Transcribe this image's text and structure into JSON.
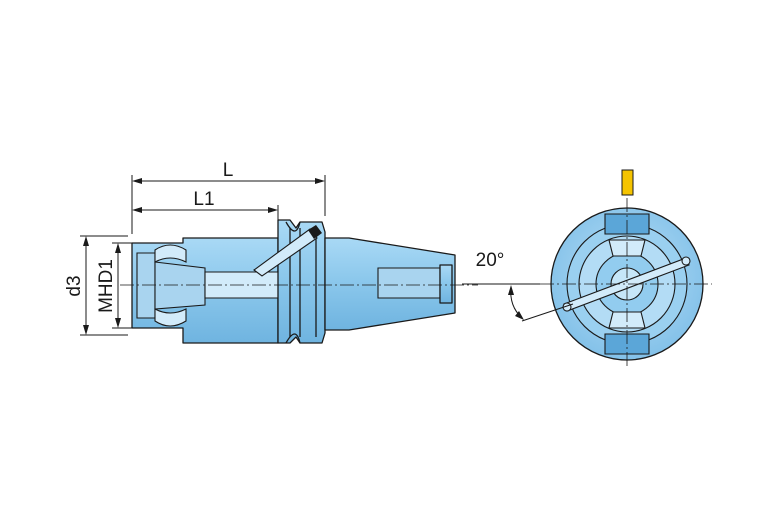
{
  "dimensions": {
    "overall_length": "L",
    "gauge_length": "L1",
    "outer_diameter": "d3",
    "bore_diameter": "MHD1",
    "angle": "20°"
  },
  "colors": {
    "body": "#8cc8ec",
    "body_light": "#bfe2f7",
    "body_dark": "#6ab2e0",
    "orientation_mark": "#f5c400",
    "line": "#1a1a1a"
  }
}
